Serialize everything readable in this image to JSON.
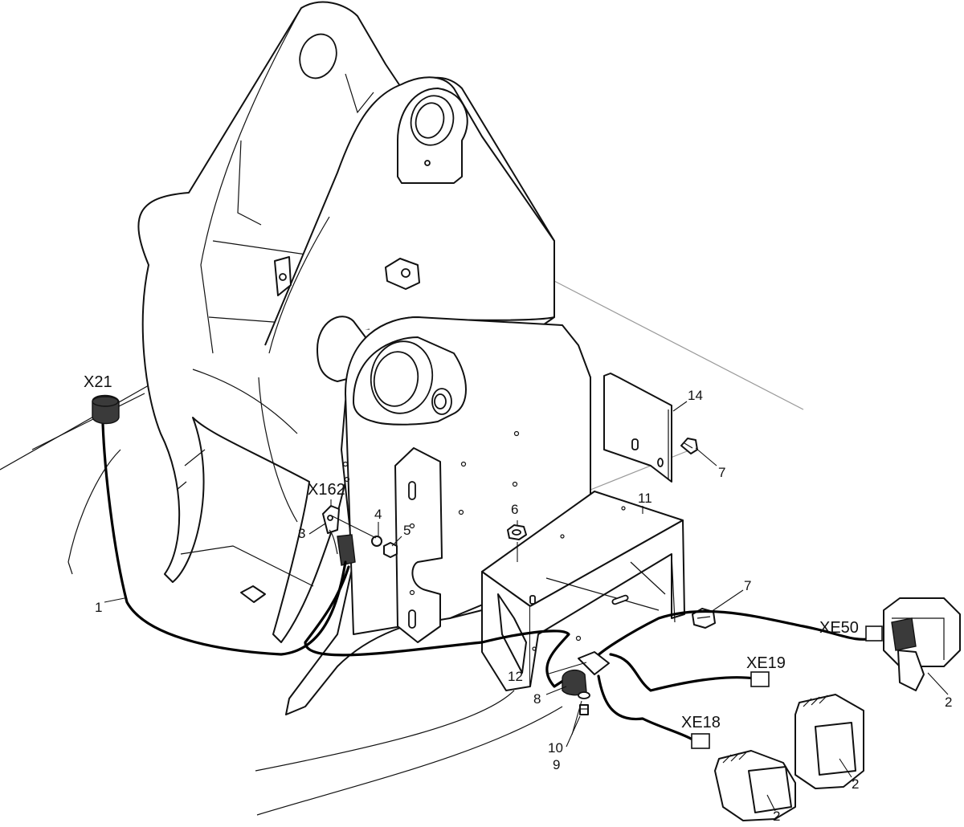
{
  "connectors": {
    "x21": "X21",
    "x162": "X162",
    "xe50": "XE50",
    "xe19": "XE19",
    "xe18": "XE18"
  },
  "callouts": {
    "c1": "1",
    "c2a": "2",
    "c2b": "2",
    "c2c": "2",
    "c3": "3",
    "c4": "4",
    "c5": "5",
    "c6": "6",
    "c7a": "7",
    "c7b": "7",
    "c8": "8",
    "c9": "9",
    "c10": "10",
    "c11": "11",
    "c12": "12",
    "c14": "14"
  },
  "colors": {
    "line": "#111111",
    "cable": "#000000",
    "background": "#ffffff"
  }
}
